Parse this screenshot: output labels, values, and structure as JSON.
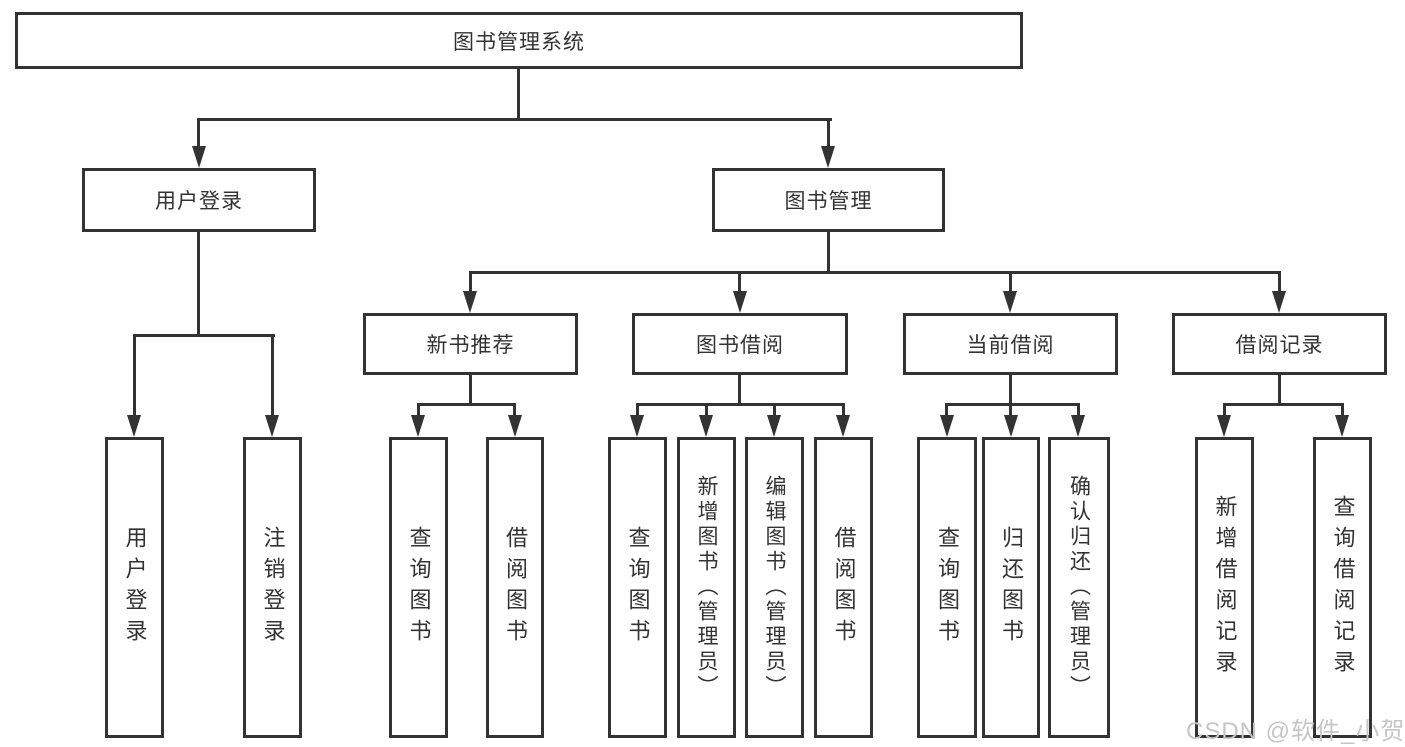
{
  "diagram": {
    "root": {
      "label": "图书管理系统"
    },
    "branches": {
      "user_login": {
        "label": "用户登录",
        "leaves": [
          "用户登录",
          "注销登录"
        ]
      },
      "book_mgmt": {
        "label": "图书管理",
        "sections": {
          "new_books": {
            "label": "新书推荐",
            "leaves": [
              "查询图书",
              "借阅图书"
            ]
          },
          "book_borrow": {
            "label": "图书借阅",
            "leaves": [
              "查询图书",
              "新增图书（管理员）",
              "编辑图书（管理员）",
              "借阅图书"
            ]
          },
          "current_borrow": {
            "label": "当前借阅",
            "leaves": [
              "查询图书",
              "归还图书",
              "确认归还（管理员）"
            ]
          },
          "borrow_records": {
            "label": "借阅记录",
            "leaves": [
              "新增借阅记录",
              "查询借阅记录"
            ]
          }
        }
      }
    }
  },
  "watermark": {
    "text": "CSDN @软件_小贺同学"
  },
  "colors": {
    "line": "#333333",
    "box_fill": "#ffffff",
    "text": "#333333",
    "watermark": "#c6c6c6",
    "background": "#ffffff"
  }
}
